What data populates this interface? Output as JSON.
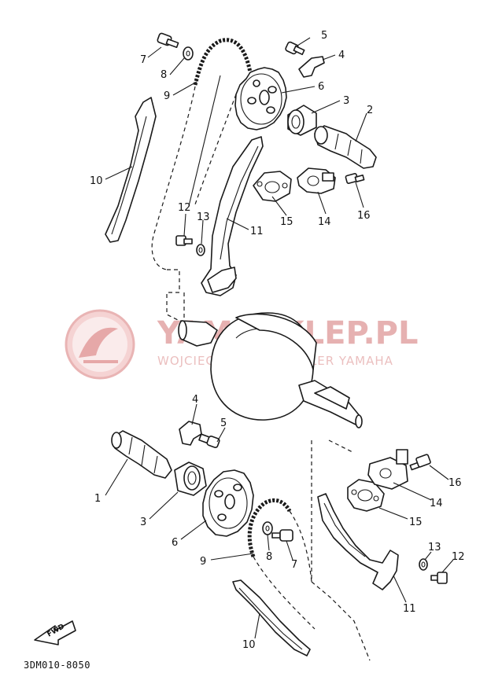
{
  "diagram_code": "3DM010-8050",
  "fwd_label": "FWD",
  "watermark": {
    "title": "YAMASKLEP.PL",
    "subtitle": "WOJCIECHOWICZ | DEALER YAMAHA",
    "color": "#e2a4a4"
  },
  "callouts": {
    "upper_7": "7",
    "upper_8": "8",
    "upper_9": "9",
    "upper_5": "5",
    "upper_4": "4",
    "upper_6": "6",
    "upper_3": "3",
    "upper_2": "2",
    "upper_10": "10",
    "upper_12": "12",
    "upper_13": "13",
    "upper_11": "11",
    "upper_15": "15",
    "upper_14": "14",
    "upper_16": "16",
    "lower_4": "4",
    "lower_5": "5",
    "lower_1": "1",
    "lower_3": "3",
    "lower_6": "6",
    "lower_9": "9",
    "lower_8": "8",
    "lower_7": "7",
    "lower_16": "16",
    "lower_14": "14",
    "lower_15": "15",
    "lower_13": "13",
    "lower_12": "12",
    "lower_11": "11",
    "lower_10": "10"
  }
}
